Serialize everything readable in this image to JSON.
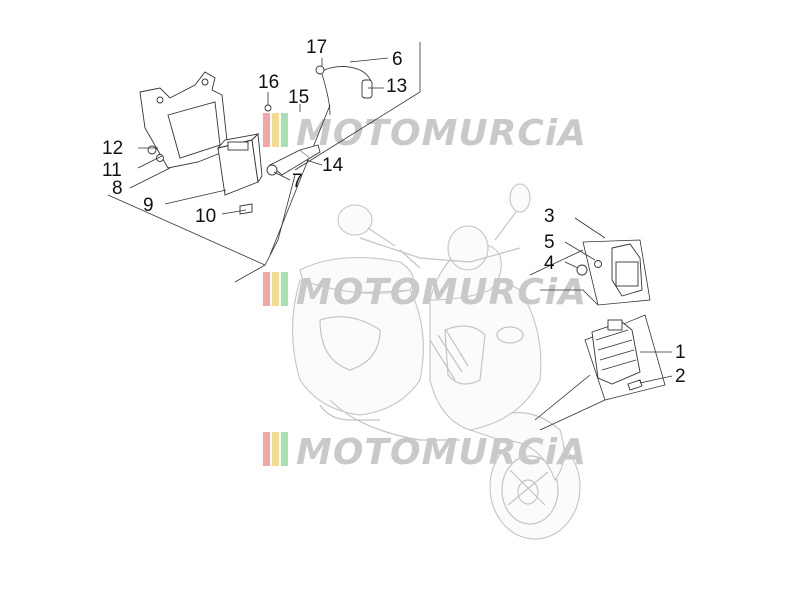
{
  "watermark": {
    "brand_text": "MOTOMURCiA",
    "stripe_colors": [
      "#f2a8a6",
      "#f3dd8a",
      "#a8dfb7"
    ],
    "text_color": "#c9c9c9"
  },
  "callouts": [
    "1",
    "2",
    "3",
    "4",
    "5",
    "6",
    "7",
    "8",
    "9",
    "10",
    "11",
    "12",
    "13",
    "14",
    "15",
    "16",
    "17"
  ],
  "colors": {
    "line": "#333333",
    "scooter": "#c4c4c4",
    "text": "#111111"
  }
}
